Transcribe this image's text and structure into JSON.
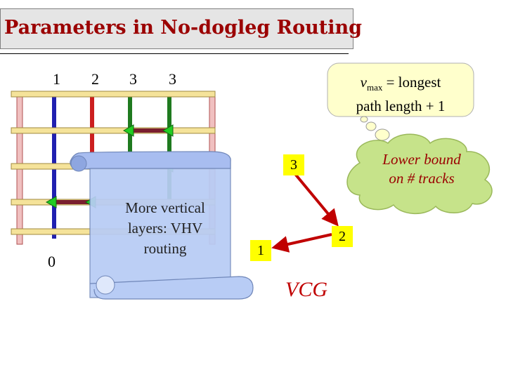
{
  "title": "Parameters in No-dogleg Routing",
  "columns": [
    "1",
    "2",
    "3",
    "3"
  ],
  "bottom_label": "0",
  "bubble": {
    "vmax_var": "v",
    "vmax_sub": "max",
    "vmax_rest": " = longest",
    "vmax_line2": "path length + 1"
  },
  "cloud_text": [
    "Lower bound",
    "on # tracks"
  ],
  "scroll_text": [
    "More vertical",
    "layers: VHV",
    "routing"
  ],
  "vcg": {
    "nodes": [
      "3",
      "2",
      "1"
    ],
    "label": "VCG"
  },
  "colors": {
    "title": "#9b0000",
    "track": "#f5e39a",
    "node": "#ffff00",
    "arrow": "#c00000",
    "cloud": "#c6e38a",
    "scroll": "#b8ccf5",
    "wire_blue": "#2020b0",
    "wire_red": "#cc1f1f",
    "wire_green": "#1f7a1f",
    "horizontal_wire": "#7a1f2f"
  }
}
